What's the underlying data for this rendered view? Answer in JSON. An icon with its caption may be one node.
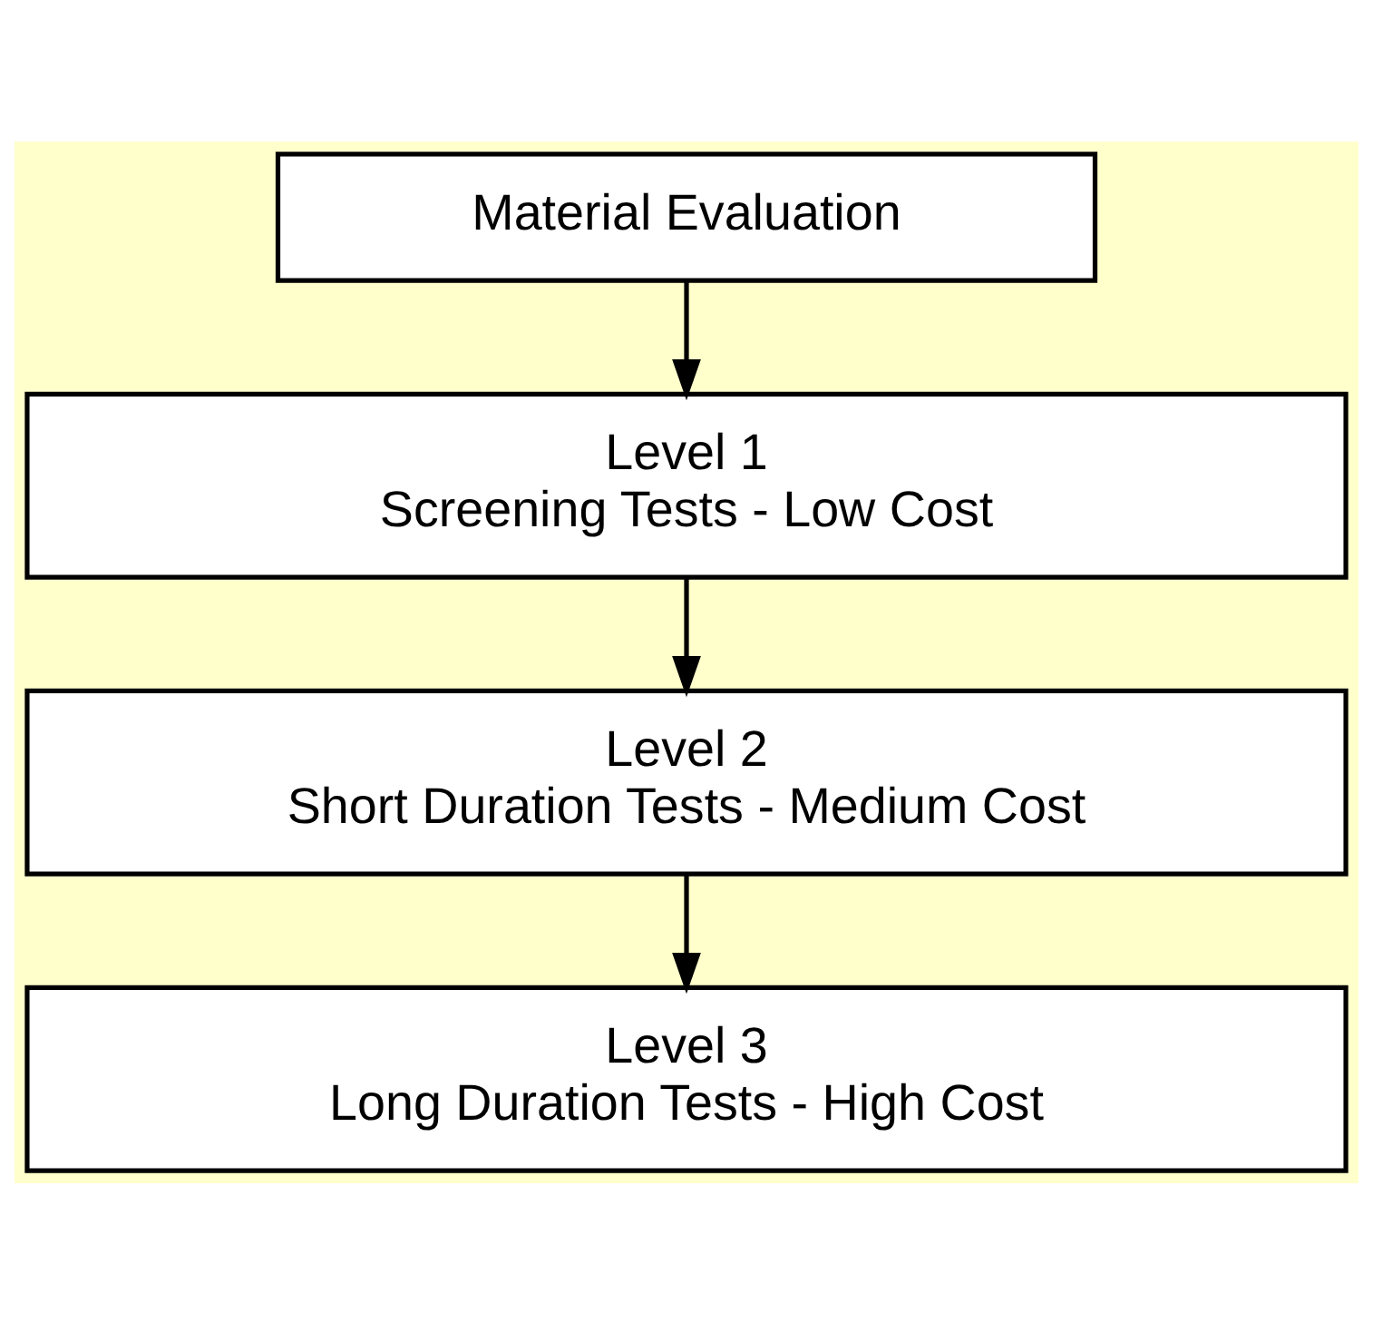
{
  "diagram": {
    "nodes": [
      {
        "text": [
          "Material Evaluation"
        ]
      },
      {
        "text": [
          "Level 1",
          "Screening Tests - Low Cost"
        ]
      },
      {
        "text": [
          "Level 2",
          "Short Duration Tests - Medium Cost"
        ]
      },
      {
        "text": [
          "Level 3",
          "Long Duration Tests - High Cost"
        ]
      }
    ],
    "edges": [
      {
        "from": 0,
        "to": 1,
        "arrow": "to"
      },
      {
        "from": 1,
        "to": 2,
        "arrow": "to"
      },
      {
        "from": 2,
        "to": 3,
        "arrow": "to"
      }
    ]
  }
}
